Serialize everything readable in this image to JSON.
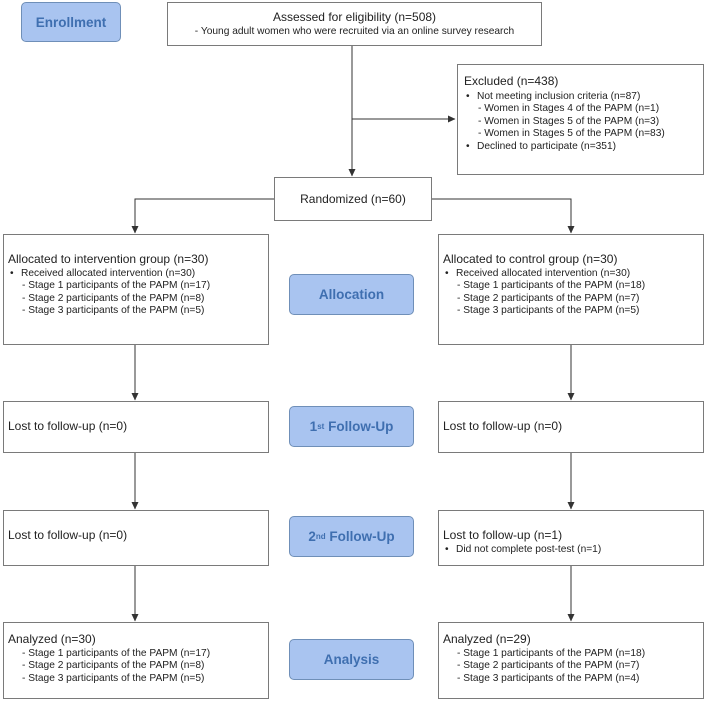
{
  "phases": {
    "enrollment": "Enrollment",
    "allocation": "Allocation",
    "followup1_main": "Follow-Up",
    "followup1_prefix": "1",
    "followup1_sup": "st",
    "followup2_main": "Follow-Up",
    "followup2_prefix": "2",
    "followup2_sup": "nd",
    "analysis": "Analysis"
  },
  "eligibility": {
    "title": "Assessed for eligibility (n=508)",
    "note": "- Young adult women who were recruited via an online survey research"
  },
  "excluded": {
    "title": "Excluded  (n=438)",
    "item1": "Not meeting inclusion criteria (n=87)",
    "sub1": "Women in Stages 4 of the PAPM (n=1)",
    "sub2": "Women in Stages 5 of the PAPM (n=3)",
    "sub3": "Women in Stages 5 of the PAPM (n=83)",
    "item2": "Declined to participate (n=351)"
  },
  "randomized": {
    "title": "Randomized (n=60)"
  },
  "intervention": {
    "allocation": {
      "title": "Allocated to intervention group (n=30)",
      "received": "Received allocated intervention (n=30)",
      "stage1": "Stage 1 participants of the PAPM (n=17)",
      "stage2": "Stage 2 participants of the PAPM (n=8)",
      "stage3": "Stage 3 participants of the PAPM (n=5)"
    },
    "followup1": {
      "title": "Lost to follow-up (n=0)"
    },
    "followup2": {
      "title": "Lost to follow-up (n=0)"
    },
    "analysis": {
      "title": "Analyzed (n=30)",
      "stage1": "Stage 1 participants of the PAPM (n=17)",
      "stage2": "Stage 2 participants of the PAPM (n=8)",
      "stage3": "Stage 3 participants of the PAPM (n=5)"
    }
  },
  "control": {
    "allocation": {
      "title": "Allocated to control group (n=30)",
      "received": "Received allocated intervention (n=30)",
      "stage1": "Stage 1 participants of the PAPM (n=18)",
      "stage2": "Stage 2 participants of the PAPM (n=7)",
      "stage3": "Stage 3 participants of the PAPM (n=5)"
    },
    "followup1": {
      "title": "Lost to follow-up (n=0)"
    },
    "followup2": {
      "title": "Lost to follow-up (n=1)",
      "note": "Did not complete post-test (n=1)"
    },
    "analysis": {
      "title": "Analyzed (n=29)",
      "stage1": "Stage 1 participants of the PAPM (n=18)",
      "stage2": "Stage 2 participants of the PAPM (n=7)",
      "stage3": "Stage 3 participants of the PAPM (n=4)"
    }
  }
}
